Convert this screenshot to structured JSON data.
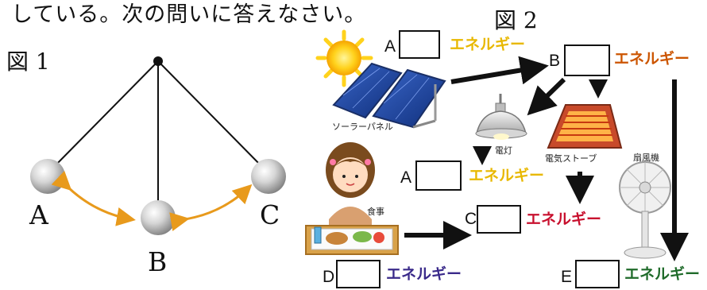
{
  "heading": "している。次の問いに答えなさい。",
  "figure1": {
    "title": "図 1",
    "labels": {
      "a": "A",
      "b": "B",
      "c": "C"
    }
  },
  "figure2": {
    "title": "図 2",
    "energy_word": "エネルギー",
    "blank_labels": {
      "a_top": "A",
      "b": "B",
      "a_mid": "A",
      "c": "C",
      "d": "D",
      "e": "E"
    },
    "captions": {
      "solar_panel": "ソーラーパネル",
      "lamp": "電灯",
      "heater": "電気ストーブ",
      "fan": "扇風機",
      "meal": "食事"
    },
    "colors": {
      "a_energy": "#e8b800",
      "b_energy": "#cc5500",
      "c_energy": "#c8102e",
      "d_energy": "#3a2a8a",
      "e_energy": "#1f6b2a",
      "pendulum_arrow": "#e89a1c"
    }
  }
}
